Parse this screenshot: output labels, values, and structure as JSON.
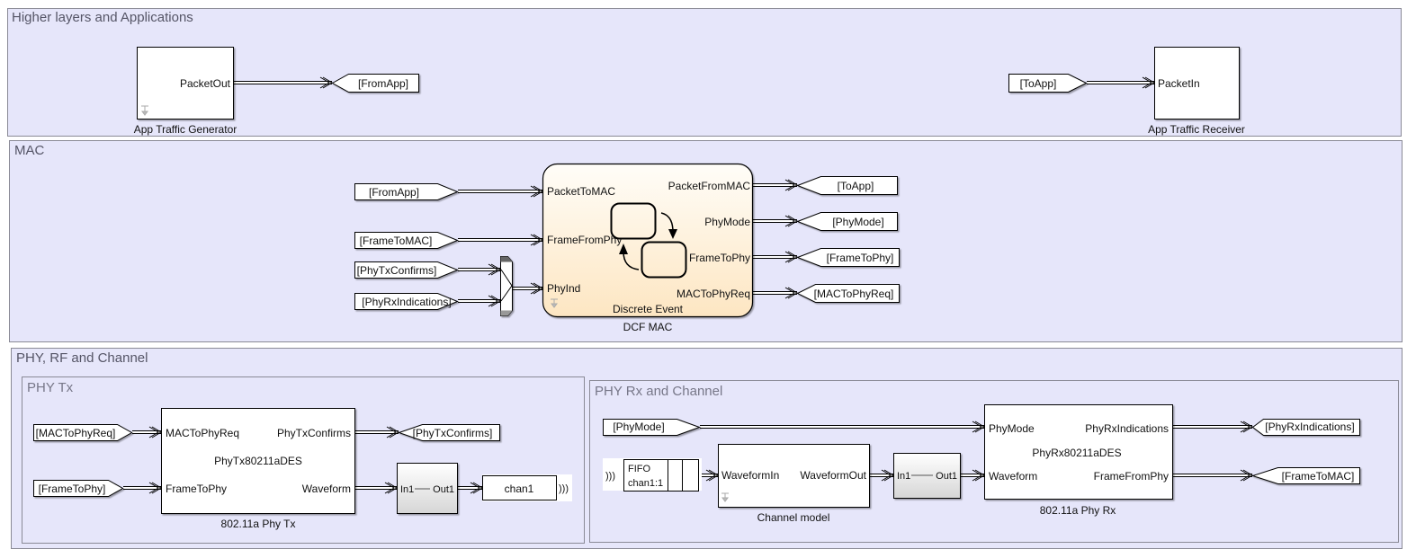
{
  "areas": {
    "higher": {
      "title": "Higher layers and Applications"
    },
    "mac": {
      "title": "MAC"
    },
    "phy": {
      "title": "PHY, RF and Channel"
    },
    "phy_tx": {
      "title": "PHY Tx"
    },
    "phy_rx": {
      "title": "PHY Rx and Channel"
    }
  },
  "colors": {
    "area_fill": "#e6e6fa",
    "area_border": "#8a8a96",
    "block_fill": "#ffffff",
    "chart_fill_top": "#fffaf0",
    "chart_fill_bottom": "#fde9c8",
    "signal_line": "#000000"
  },
  "blocks": {
    "app_gen": {
      "name": "App Traffic Generator",
      "out_port": "PacketOut"
    },
    "app_rx": {
      "name": "App Traffic Receiver",
      "in_port": "PacketIn"
    },
    "dcf_mac": {
      "name": "DCF MAC",
      "subtitle": "Discrete Event",
      "in_ports": [
        "PacketToMAC",
        "FrameFromPhy",
        "PhyInd"
      ],
      "out_ports": [
        "PacketFromMAC",
        "PhyMode",
        "FrameToPhy",
        "MACToPhyReq"
      ]
    },
    "phy_tx": {
      "name": "802.11a Phy Tx",
      "center": "PhyTx80211aDES",
      "in_ports": [
        "MACToPhyReq",
        "FrameToPhy"
      ],
      "out_ports": [
        "PhyTxConfirms",
        "Waveform"
      ]
    },
    "tx_conv": {
      "in_port": "In1",
      "out_port": "Out1"
    },
    "tx_chan": {
      "label": "chan1",
      "glyph": ")))"
    },
    "rx_fifo": {
      "line1": "FIFO",
      "line2": "chan1:1",
      "glyph": ")))"
    },
    "channel": {
      "name": "Channel model",
      "in_port": "WaveformIn",
      "out_port": "WaveformOut"
    },
    "rx_conv": {
      "in_port": "In1",
      "out_port": "Out1"
    },
    "phy_rx": {
      "name": "802.11a Phy Rx",
      "center": "PhyRx80211aDES",
      "in_ports": [
        "PhyMode",
        "Waveform"
      ],
      "out_ports": [
        "PhyRxIndications",
        "FrameFromPhy"
      ]
    }
  },
  "tags": {
    "goto_fromapp": "[FromApp]",
    "from_toapp": "[ToApp]",
    "mac_from_fromapp": "[FromApp]",
    "mac_from_frametomac": "[FrameToMAC]",
    "mac_from_phytxconfirms": "[PhyTxConfirms]",
    "mac_from_phyrxindications": "[PhyRxIndications]",
    "mac_goto_toapp": "[ToApp]",
    "mac_goto_phymode": "[PhyMode]",
    "mac_goto_frametophy": "[FrameToPhy]",
    "mac_goto_mactophyreq": "[MACToPhyReq]",
    "tx_from_mactophyreq": "[MACToPhyReq]",
    "tx_from_frametophy": "[FrameToPhy]",
    "tx_goto_phytxconfirms": "[PhyTxConfirms]",
    "rx_from_phymode": "[PhyMode]",
    "rx_goto_phyrxindications": "[PhyRxIndications]",
    "rx_goto_frametomac": "[FrameToMAC]"
  }
}
